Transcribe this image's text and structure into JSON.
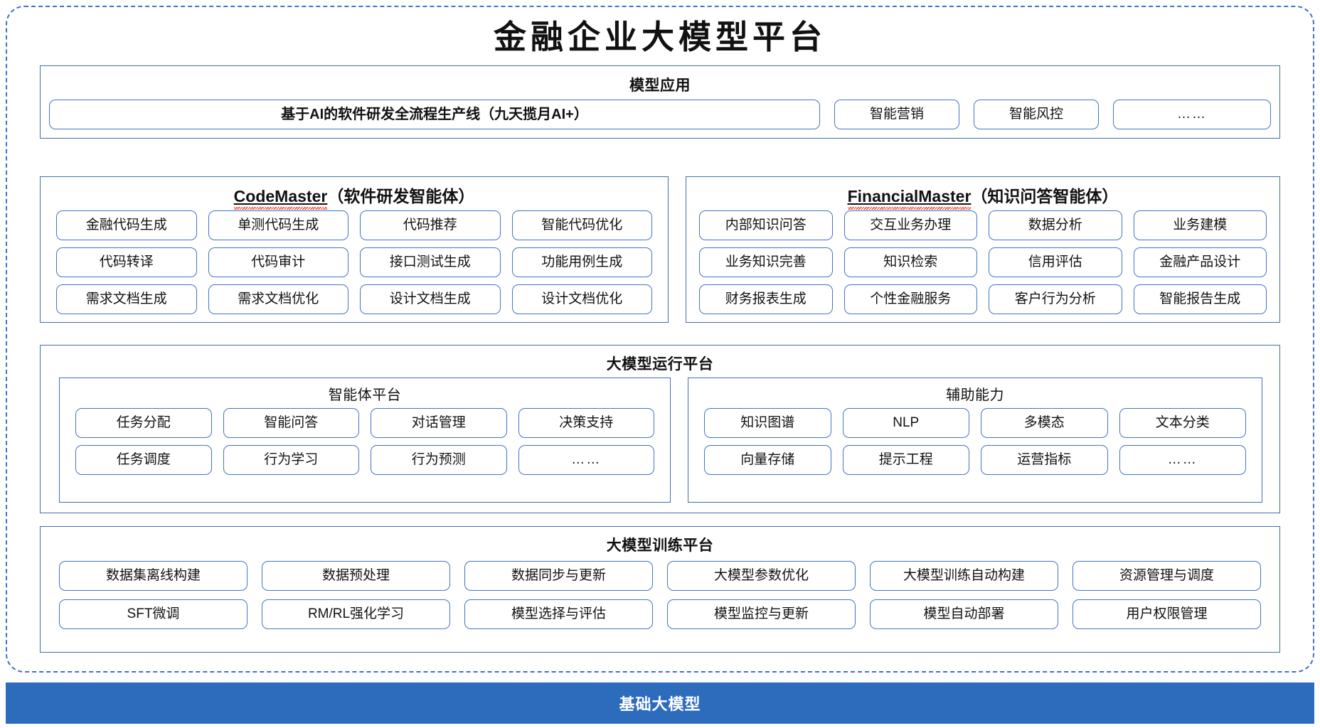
{
  "title": "金融企业大模型平台",
  "colors": {
    "frame_dashed": "#3f6fd1",
    "panel_border": "#3f6fa8",
    "chip_border": "#4473c6",
    "base_band": "#2d6cbd",
    "spellcheck_squiggle": "#e8342b"
  },
  "model_application": {
    "title": "模型应用",
    "wide_item": "基于AI的软件研发全流程生产线（九天揽月AI+）",
    "items": [
      "智能营销",
      "智能风控",
      "……"
    ]
  },
  "agents": [
    {
      "name_en": "CodeMaster",
      "name_cn": "（软件研发智能体）",
      "items": [
        "金融代码生成",
        "单测代码生成",
        "代码推荐",
        "智能代码优化",
        "代码转译",
        "代码审计",
        "接口测试生成",
        "功能用例生成",
        "需求文档生成",
        "需求文档优化",
        "设计文档生成",
        "设计文档优化"
      ]
    },
    {
      "name_en": "FinancialMaster",
      "name_cn": "（知识问答智能体）",
      "items": [
        "内部知识问答",
        "交互业务办理",
        "数据分析",
        "业务建模",
        "业务知识完善",
        "知识检索",
        "信用评估",
        "金融产品设计",
        "财务报表生成",
        "个性金融服务",
        "客户行为分析",
        "智能报告生成"
      ]
    }
  ],
  "runtime_platform": {
    "title": "大模型运行平台",
    "groups": [
      {
        "title": "智能体平台",
        "items": [
          "任务分配",
          "智能问答",
          "对话管理",
          "决策支持",
          "任务调度",
          "行为学习",
          "行为预测",
          "……"
        ]
      },
      {
        "title": "辅助能力",
        "items": [
          "知识图谱",
          "NLP",
          "多模态",
          "文本分类",
          "向量存储",
          "提示工程",
          "运营指标",
          "……"
        ]
      }
    ]
  },
  "training_platform": {
    "title": "大模型训练平台",
    "items": [
      "数据集离线构建",
      "数据预处理",
      "数据同步与更新",
      "大模型参数优化",
      "大模型训练自动构建",
      "资源管理与调度",
      "SFT微调",
      "RM/RL强化学习",
      "模型选择与评估",
      "模型监控与更新",
      "模型自动部署",
      "用户权限管理"
    ]
  },
  "base_model": {
    "label": "基础大模型"
  }
}
